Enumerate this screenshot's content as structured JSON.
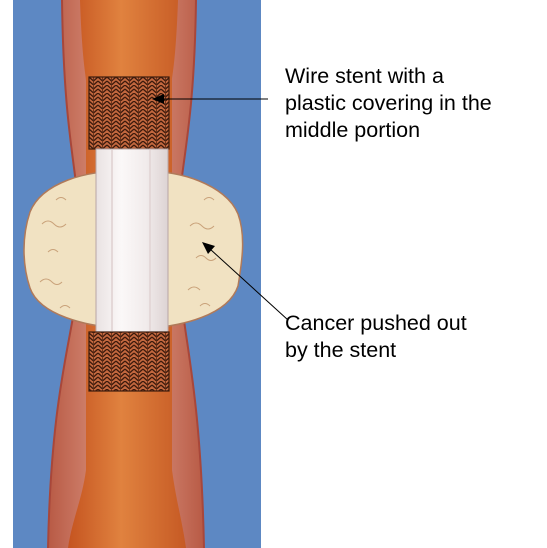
{
  "annotations": {
    "stent": {
      "lines": [
        "Wire stent with a",
        "plastic covering in the",
        "middle portion"
      ]
    },
    "cancer": {
      "lines": [
        "Cancer pushed out",
        "by the stent"
      ]
    }
  },
  "colors": {
    "background": "#5d88c3",
    "tube_wall": "#c5684f",
    "lumen": "#d4682c",
    "stent_covering": "#f3eeee",
    "stent_mesh": "#8a3a1f",
    "tumor": "#f1e2c2",
    "arrow": "#000000"
  }
}
